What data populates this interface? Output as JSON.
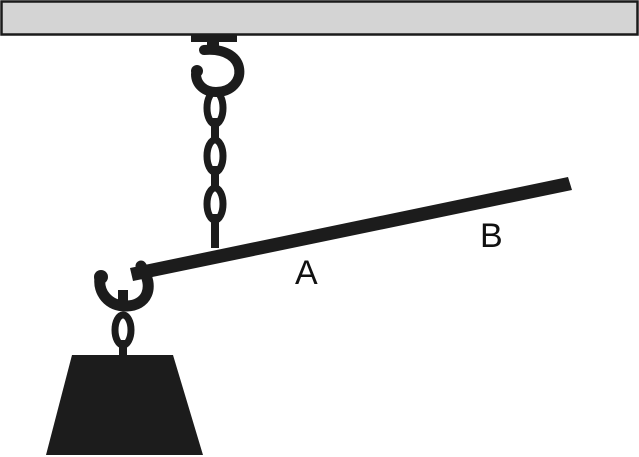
{
  "labels": {
    "point_a": "A",
    "point_b": "B"
  },
  "colors": {
    "ink": "#1c1c1c",
    "ceiling_fill": "#d4d4d4",
    "ceiling_stroke": "#1a1a1a",
    "background": "#ffffff"
  },
  "icons": {
    "ceiling": "ceiling-beam",
    "upper_hook": "hook-icon",
    "lower_hook": "hook-icon",
    "weight": "trapezoid-weight"
  }
}
